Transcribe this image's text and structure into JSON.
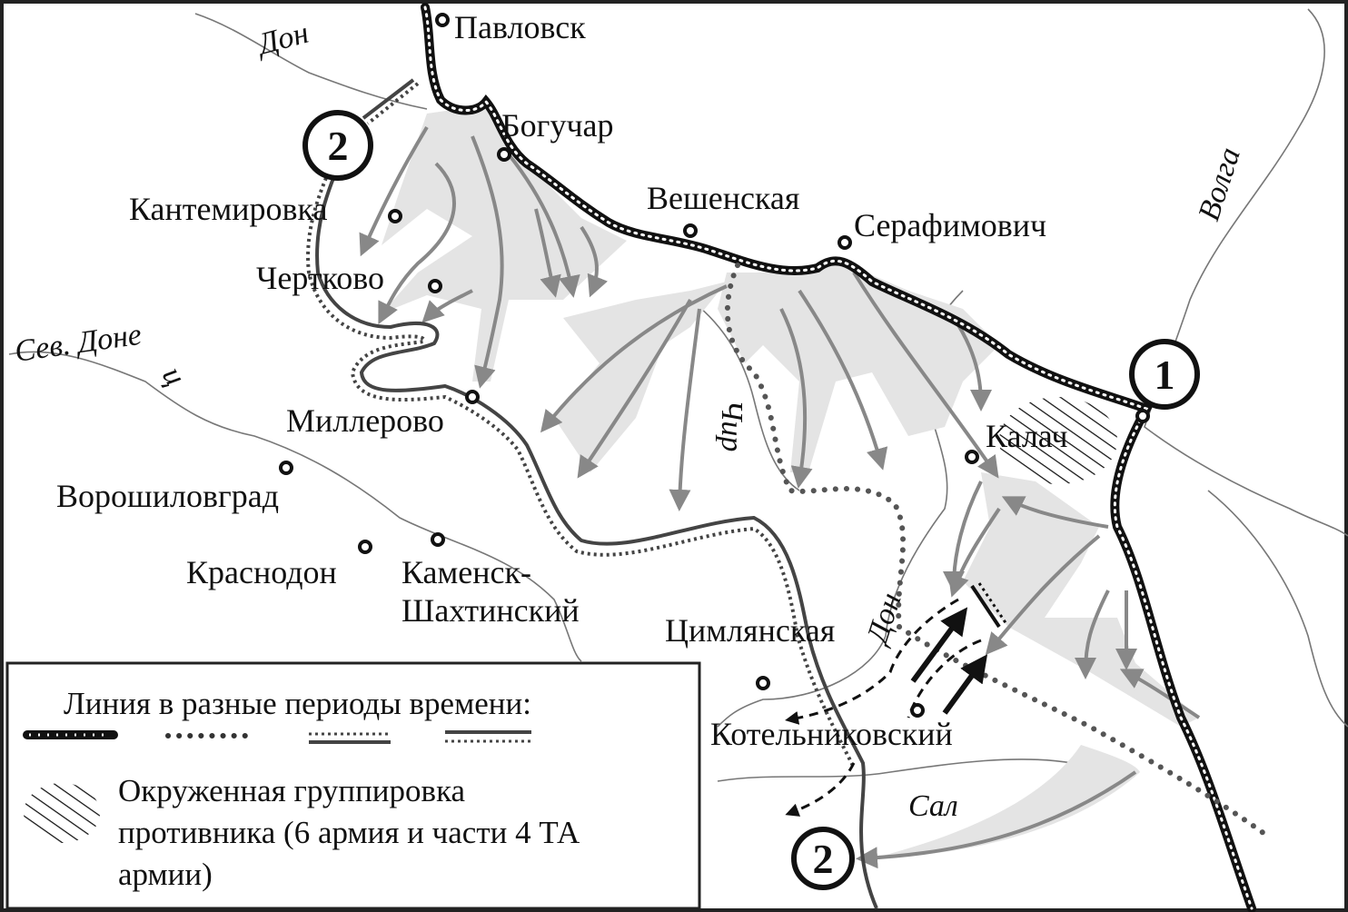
{
  "map": {
    "cities": [
      {
        "name": "Павловск"
      },
      {
        "name": "Богучар"
      },
      {
        "name": "Кантемировка"
      },
      {
        "name": "Вешенская"
      },
      {
        "name": "Серафимович"
      },
      {
        "name": "Чертково"
      },
      {
        "name": "Миллерово"
      },
      {
        "name": "Калач"
      },
      {
        "name": "Ворошиловград"
      },
      {
        "name": "Краснодон"
      },
      {
        "name": "Каменск-",
        "line2": "Шахтинский"
      },
      {
        "name": "Цимлянская"
      },
      {
        "name": "Котельниковский"
      }
    ],
    "rivers": {
      "don_top": "Дон",
      "sev_donets_1": "Сев. Доне",
      "sev_donets_2": "ц",
      "volga": "Волга",
      "chir": "Чир",
      "don_bottom": "Дон",
      "sal": "Сал"
    },
    "markers": {
      "one": "1",
      "two_top": "2",
      "two_bottom": "2"
    }
  },
  "legend": {
    "title": "Линия в разные периоды времени:",
    "encircled_line1": "Окруженная группировка",
    "encircled_line2": "противника (6 армия и части 4 ТА",
    "encircled_line3": "армии)"
  },
  "colors": {
    "ink": "#111111",
    "shade": "#e4e4e4",
    "arrow": "#888888"
  }
}
